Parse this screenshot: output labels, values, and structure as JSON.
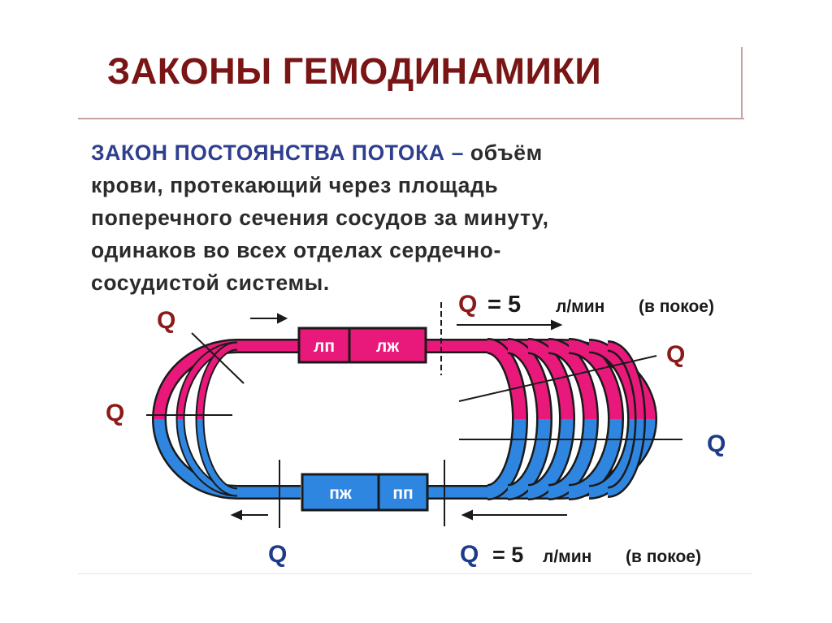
{
  "title": "ЗАКОНЫ ГЕМОДИНАМИКИ",
  "definition": {
    "term": "ЗАКОН ПОСТОЯНСТВА ПОТОКА",
    "dash": " – ",
    "line1_rest": "объём",
    "line2": "крови, протекающий через площадь",
    "line3": "поперечного сечения сосудов за минуту,",
    "line4": "одинаков во всех отделах сердечно-",
    "line5": "сосудистой системы."
  },
  "diagram": {
    "chambers": {
      "left_atrium": "лп",
      "left_ventricle": "лж",
      "right_ventricle": "пж",
      "right_atrium": "пп"
    },
    "q_symbol": "Q",
    "flow_top": {
      "equals": "= 5",
      "unit": "л/мин",
      "note": "(в покое)"
    },
    "flow_bottom": {
      "equals": "= 5",
      "unit": "л/мин",
      "note": "(в покое)"
    },
    "colors": {
      "arterial": "#e8197a",
      "venous": "#2f86e0",
      "title": "#7a1515",
      "term": "#2f3f8f",
      "q_red": "#8b1a1a",
      "q_blue": "#1f3a8a"
    }
  }
}
